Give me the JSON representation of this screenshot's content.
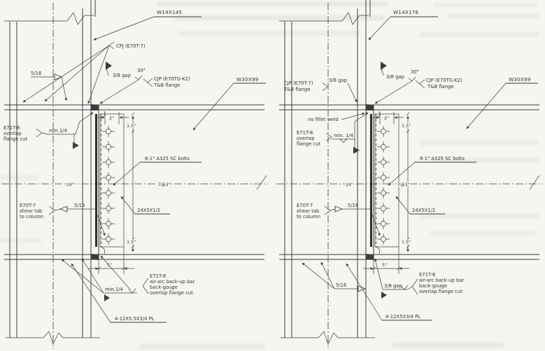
{
  "page": {
    "background": "#f7f5f1",
    "ink": "#3b3b3b"
  },
  "details": {
    "left": {
      "column_size": "W14X145",
      "beam_size": "W30X99",
      "cpj_note": "CPJ (E70T-7)",
      "top_fillet": "5/16",
      "gap_note": "3/8 gap",
      "bevel_angle": "30°",
      "cjp_note": "CJP (E70TG-K2)",
      "cjp_flange": "T&B flange",
      "overlap_note": [
        "E71T-8",
        "overlap",
        "flange cut"
      ],
      "overlap_weld": "min.1/4",
      "dim_2": "2\"",
      "dim_1_5": "1.5\"",
      "bolt_note": "8-1\" A325 SC bolts",
      "dim_24": "24\"",
      "dim_spacing": "7@3\"",
      "plate_note": "24X5X1/2",
      "shear_tab_note": [
        "E70T-7",
        "shear tab",
        "to column"
      ],
      "shear_tab_weld": "5/16",
      "dim_5": "5\"",
      "bottom_weld": "min.1/4",
      "backup_note": [
        "E71T-8",
        "air-arc back-up bar",
        "back-gouge",
        "overlap flange cut"
      ],
      "stiffener_note": "4-12X5.5X3/4 PL"
    },
    "right": {
      "column_size": "W14X176",
      "beam_size": "W30X99",
      "left_cjp": [
        "CJP (E70T-7)",
        "T&B flange"
      ],
      "left_gap": "3/8 gap",
      "no_fillet": "no fillet weld",
      "gap_note": "3/8 gap",
      "bevel_angle": "30°",
      "cjp_note": "CJP (E70TG-K2)",
      "cjp_flange": "T&B flange",
      "overlap_note": [
        "E71T-8",
        "overlap",
        "flange cut"
      ],
      "overlap_weld": "min. 1/4",
      "dim_2": "2\"",
      "dim_1_5": "1.5\"",
      "bolt_note": "8-1\" A325 SC bolts",
      "dim_24": "24\"",
      "dim_spacing": "7@3\"",
      "plate_note": "24X5X1/2",
      "shear_tab_note": [
        "E70T-7",
        "shear tab",
        "to column"
      ],
      "shear_tab_weld": "5/16",
      "dim_5": "5\"",
      "bottom_fillet": "5/16",
      "bottom_gap": "3/8 gap",
      "backup_note": [
        "E71T-8",
        "air-arc back-up bar",
        "back-gouge",
        "overlap flange cut"
      ],
      "stiffener_note": "4-12X5X3/4 PL"
    }
  }
}
